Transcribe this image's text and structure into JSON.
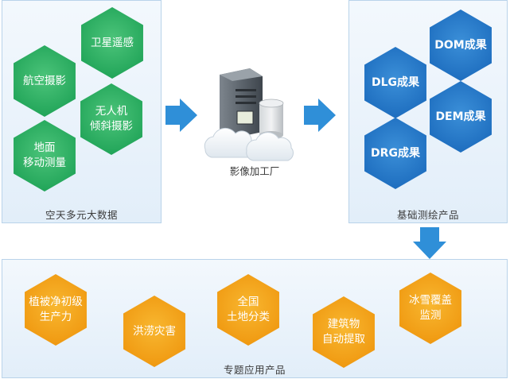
{
  "source_panel": {
    "caption": "空天多元大数据",
    "items": [
      "卫星遥感",
      "航空摄影",
      "无人机\n倾斜摄影",
      "地面\n移动测量"
    ]
  },
  "center": {
    "caption": "影像加工厂"
  },
  "base_panel": {
    "caption": "基础测绘产品",
    "items": [
      "DOM成果",
      "DLG成果",
      "DEM成果",
      "DRG成果"
    ]
  },
  "thematic_panel": {
    "caption": "专题应用产品",
    "items": [
      "植被净初级\n生产力",
      "洪涝灾害",
      "全国\n土地分类",
      "建筑物\n自动提取",
      "冰雪覆盖\n监测"
    ]
  },
  "colors": {
    "source_hex": "#23a65a",
    "base_hex": "#1f6fc0",
    "thematic_hex": "#f09a12",
    "arrow": "#2f8fd8",
    "panel_border": "#b9d3ea"
  }
}
